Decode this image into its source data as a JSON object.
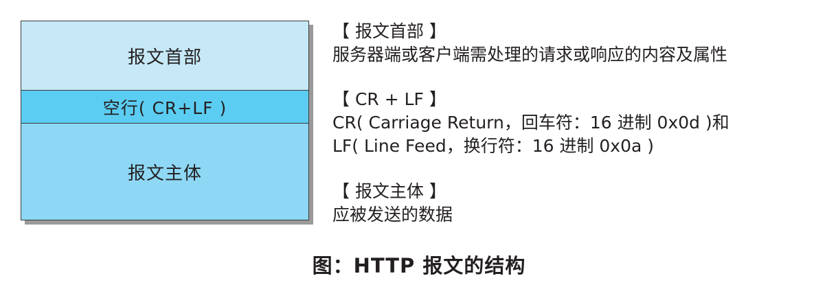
{
  "diagram": {
    "blocks": {
      "header": "报文首部",
      "crlf": "空行( CR+LF )",
      "body": "报文主体"
    }
  },
  "descriptions": {
    "header": {
      "title": "【 报文首部 】",
      "lines": [
        "服务器端或客户端需处理的请求或响应的内容及属性"
      ]
    },
    "crlf": {
      "title": "【 CR + LF 】",
      "lines": [
        "CR( Carriage Return，回车符：16 进制 0x0d )和",
        "LF( Line Feed，换行符：16 进制 0x0a )"
      ]
    },
    "body": {
      "title": "【 报文主体 】",
      "lines": [
        "应被发送的数据"
      ]
    }
  },
  "caption": "图：HTTP 报文的结构",
  "colors": {
    "header_block": "#c6e8f7",
    "crlf_block": "#5ccdf2",
    "body_block": "#8ed8f5",
    "shadow": "#9a9a9a"
  }
}
